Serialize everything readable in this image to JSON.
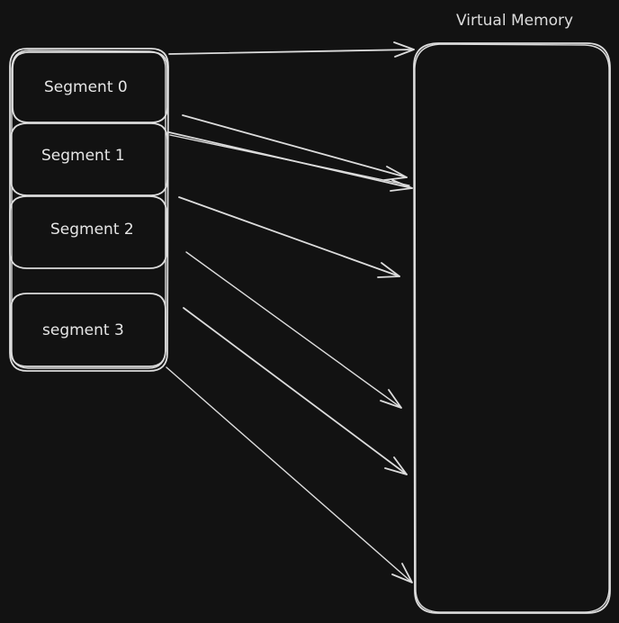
{
  "diagram": {
    "title": "Virtual Memory",
    "segments": [
      {
        "label": "Segment 0"
      },
      {
        "label": "Segment 1"
      },
      {
        "label": "Segment 2"
      },
      {
        "label": "segment 3"
      }
    ]
  }
}
